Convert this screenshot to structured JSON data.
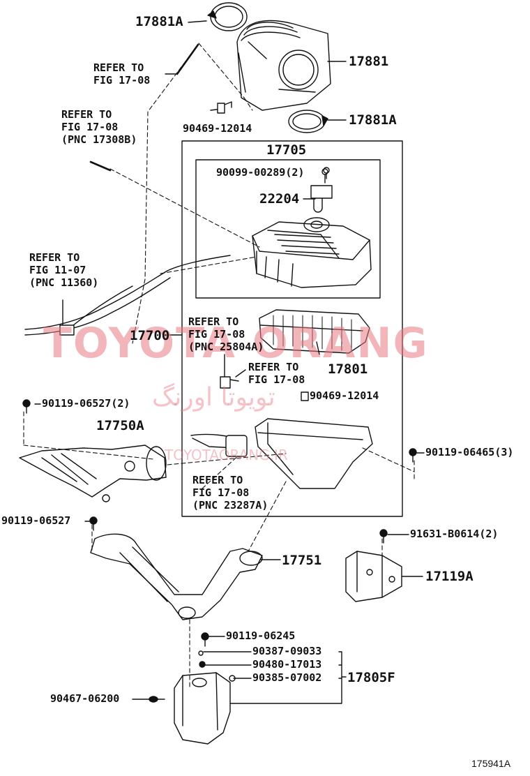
{
  "watermark": {
    "brand": "TOYOTA ORANG",
    "persian": "تویوتا اورنگ",
    "site": "TOYOTAORANG.IR"
  },
  "figure_id": "175941A",
  "parts": {
    "p17881A_top": "17881A",
    "p17881": "17881",
    "p17881A_mid": "17881A",
    "p90469_top": "90469-12014",
    "p17705": "17705",
    "p90099": "90099-00289(2)",
    "p22204": "22204",
    "p17700": "17700",
    "p17801": "17801",
    "p90469_mid": "90469-12014",
    "p90119_06527_2": "90119-06527(2)",
    "p17750A": "17750A",
    "p90119_06465": "90119-06465(3)",
    "p90119_06527": "90119-06527",
    "p91631": "91631-B0614(2)",
    "p17751": "17751",
    "p17119A": "17119A",
    "p90119_06245": "90119-06245",
    "p90387": "90387-09033",
    "p90480": "90480-17013",
    "p90385": "90385-07002",
    "p17805F": "17805F",
    "p90467": "90467-06200"
  },
  "refs": {
    "r1": [
      "REFER TO",
      "FIG 17-08"
    ],
    "r2": [
      "REFER TO",
      "FIG 17-08",
      "(PNC 17308B)"
    ],
    "r3": [
      "REFER TO",
      "FIG 11-07",
      "(PNC 11360)"
    ],
    "r4": [
      "REFER TO",
      "FIG 17-08",
      "(PNC 25804A)"
    ],
    "r5": [
      "REFER TO",
      "FIG 17-08"
    ],
    "r6": [
      "REFER TO",
      "FIG 17-08",
      "(PNC 23287A)"
    ]
  }
}
